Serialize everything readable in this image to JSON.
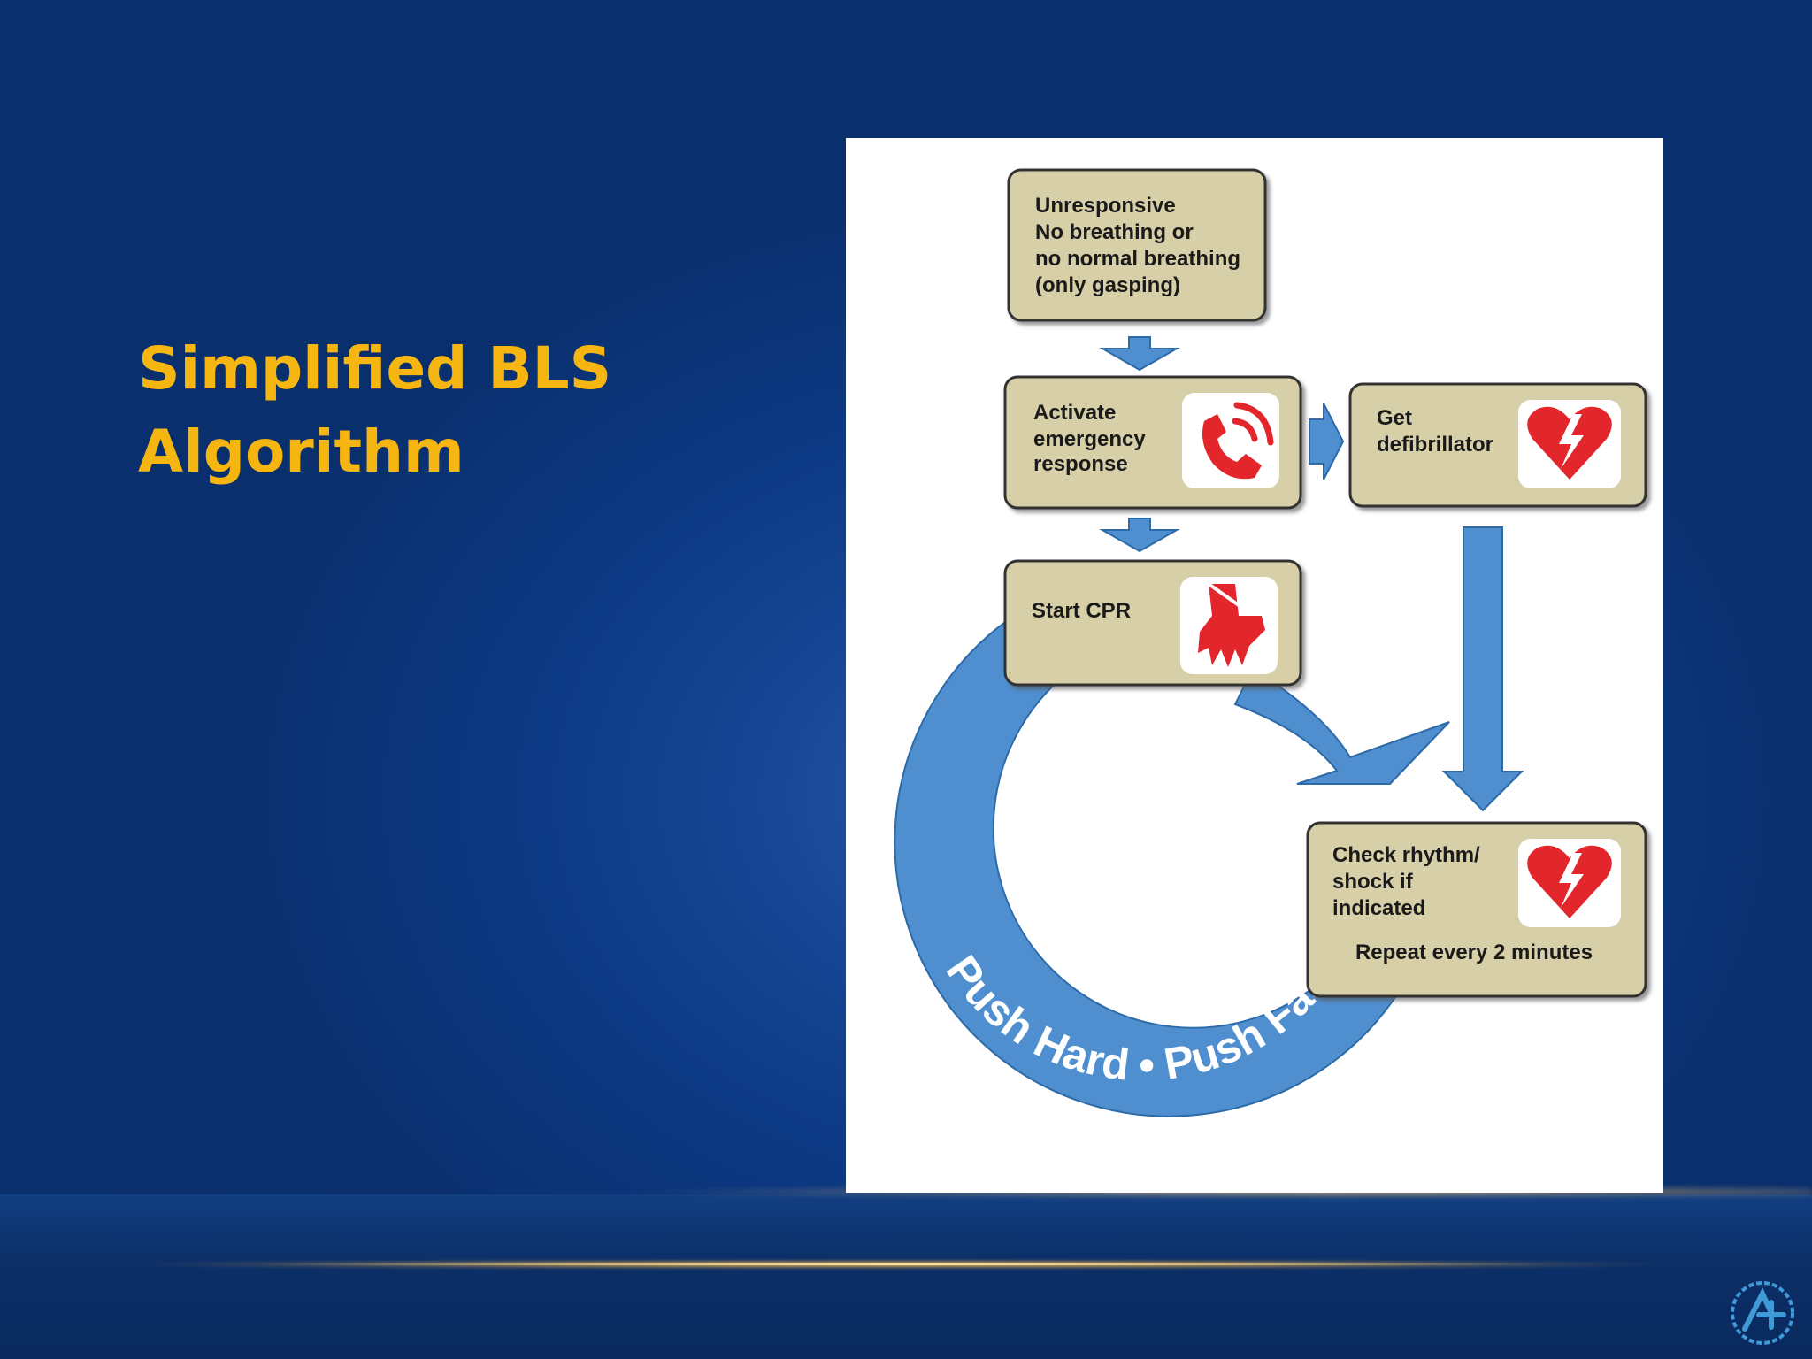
{
  "slide": {
    "title_line1": "Simplified BLS",
    "title_line2": "Algorithm"
  },
  "diagram": {
    "box_unresponsive": [
      "Unresponsive",
      "No breathing or",
      "no normal breathing",
      "(only gasping)"
    ],
    "box_activate": [
      "Activate",
      "emergency",
      "response"
    ],
    "box_defib": [
      "Get",
      "defibrillator"
    ],
    "box_cpr": "Start CPR",
    "box_check": [
      "Check rhythm/",
      "shock if",
      "indicated"
    ],
    "box_check_repeat": "Repeat every 2 minutes",
    "cycle_label": "Push Hard • Push Fast",
    "colors": {
      "box_fill": "#d6cfa8",
      "arrow_blue": "#4f8fd0",
      "icon_red": "#e3262b",
      "title_gold": "#f6b612"
    },
    "icons": [
      "phone-icon",
      "heart-shock-icon",
      "hands-cpr-icon"
    ]
  }
}
